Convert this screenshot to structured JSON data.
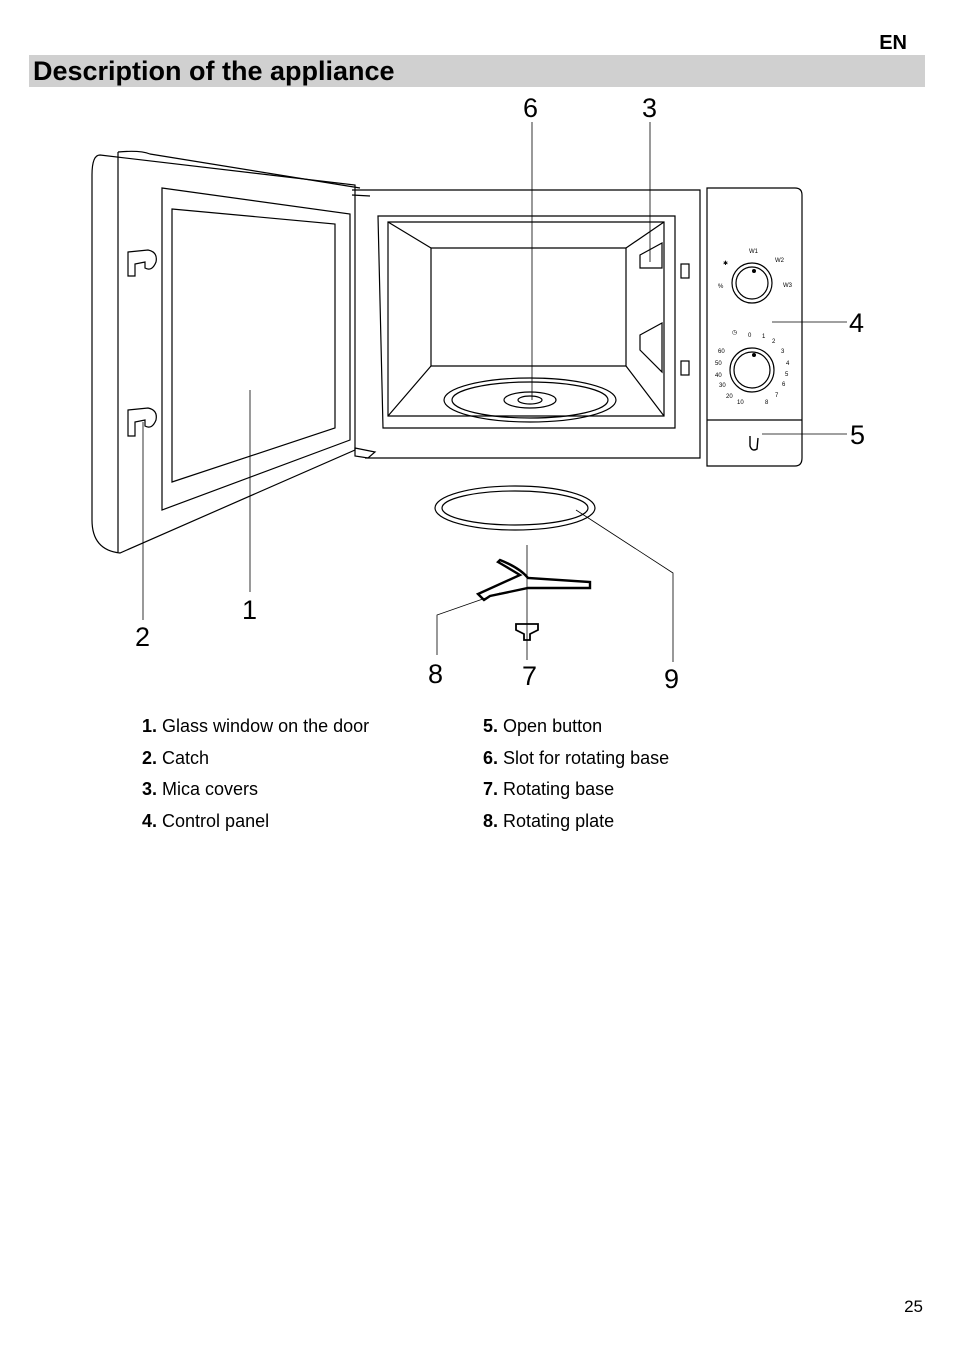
{
  "header": {
    "lang": "EN",
    "title": "Description of the appliance"
  },
  "callouts": [
    "6",
    "3",
    "4",
    "5",
    "1",
    "2",
    "8",
    "7",
    "9"
  ],
  "panel": {
    "upper_dial_marks": [
      "❄",
      "W1",
      "W2",
      "W3",
      "%"
    ],
    "lower_dial_marks": [
      "0",
      "1",
      "2",
      "3",
      "4",
      "5",
      "6",
      "7",
      "8",
      "10",
      "20",
      "30",
      "40",
      "50",
      "60"
    ]
  },
  "legend_left": [
    {
      "num": "1.",
      "text": "Glass window on the door"
    },
    {
      "num": "2.",
      "text": "Catch"
    },
    {
      "num": "3.",
      "text": "Mica covers"
    },
    {
      "num": "4.",
      "text": "Control panel"
    }
  ],
  "legend_right": [
    {
      "num": "5.",
      "text": "Open button"
    },
    {
      "num": "6.",
      "text": "Slot for rotating base"
    },
    {
      "num": "7.",
      "text": "Rotating base"
    },
    {
      "num": "8.",
      "text": "Rotating plate"
    }
  ],
  "page_number": "25"
}
